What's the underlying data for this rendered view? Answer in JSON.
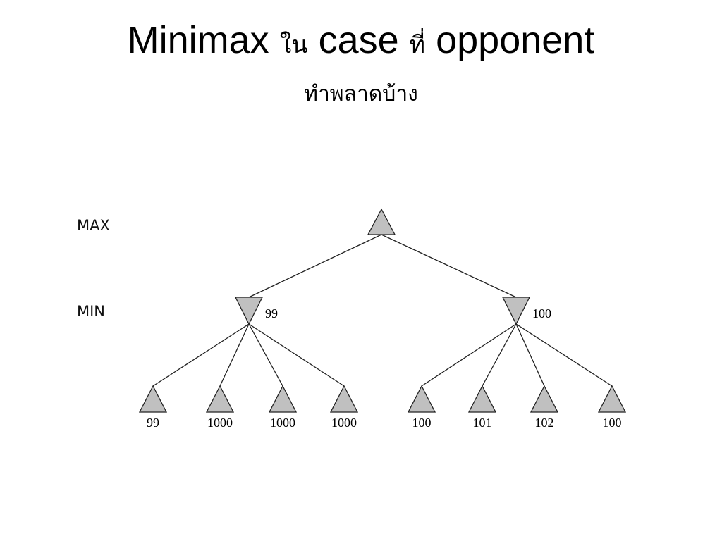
{
  "slide": {
    "title_part1": "Minimax",
    "title_part2": "ใน",
    "title_part3": "case",
    "title_part4": "ที่",
    "title_part5": "opponent",
    "subtitle": "ทำพลาดบ้าง"
  },
  "levels": {
    "max_label": "MAX",
    "min_label": "MIN"
  },
  "tree": {
    "root": {
      "type": "max"
    },
    "min_nodes": [
      {
        "type": "min",
        "value": "99"
      },
      {
        "type": "min",
        "value": "100"
      }
    ],
    "leaves": [
      {
        "parent": 0,
        "value": "99"
      },
      {
        "parent": 0,
        "value": "1000"
      },
      {
        "parent": 0,
        "value": "1000"
      },
      {
        "parent": 0,
        "value": "1000"
      },
      {
        "parent": 1,
        "value": "100"
      },
      {
        "parent": 1,
        "value": "101"
      },
      {
        "parent": 1,
        "value": "102"
      },
      {
        "parent": 1,
        "value": "100"
      }
    ],
    "node_fill": "#c0c0c0",
    "line_color": "#222222"
  }
}
